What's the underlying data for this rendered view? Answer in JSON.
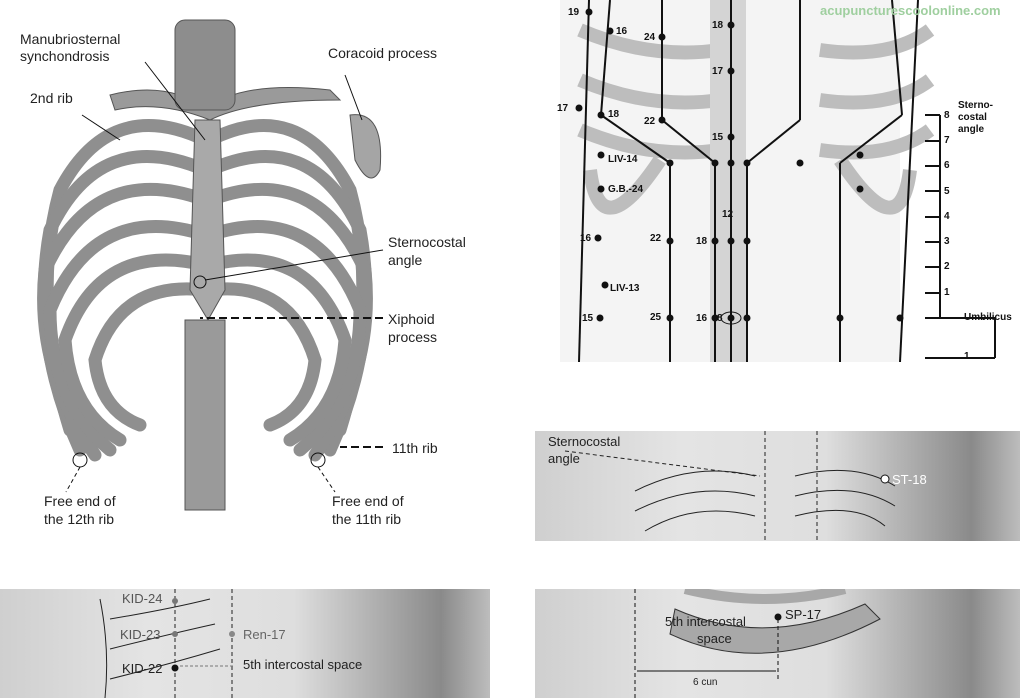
{
  "ribcage": {
    "labels": {
      "manubrio": "Manubriosternal",
      "manubrio2": "synchondrosis",
      "rib2": "2nd rib",
      "coracoid": "Coracoid process",
      "sterno": "Sternocostal",
      "sterno2": "angle",
      "xiphoid": "Xiphoid",
      "xiphoid2": "process",
      "rib11": "11th rib",
      "free12a": "Free end of",
      "free12b": "the 12th rib",
      "free11a": "Free end of",
      "free11b": "the 11th rib"
    }
  },
  "points_diagram": {
    "watermark": "acupuncturescoolonline.com",
    "labels": [
      "19",
      "16",
      "24",
      "18",
      "17",
      "17",
      "18",
      "22",
      "15",
      "LIV-14",
      "G.B.-24",
      "12",
      "16",
      "22",
      "18",
      "LIV-13",
      "15",
      "25",
      "16",
      "8"
    ],
    "scale": {
      "title1": "Sterno-",
      "title2": "costal",
      "title3": "angle",
      "ticks": [
        "8",
        "7",
        "6",
        "5",
        "4",
        "3",
        "2",
        "1"
      ],
      "umbilicus": "Umbilicus",
      "below": "1"
    }
  },
  "photo_st18": {
    "label1": "Sternocostal",
    "label2": "angle",
    "point": "ST-18"
  },
  "photo_kid": {
    "kid24": "KID-24",
    "kid23": "KID-23",
    "kid22": "KID-22",
    "ren17": "Ren-17",
    "space": "5th intercostal space"
  },
  "photo_sp17": {
    "space1": "5th intercostal",
    "space2": "space",
    "point": "SP-17",
    "distance": "6 cun"
  }
}
